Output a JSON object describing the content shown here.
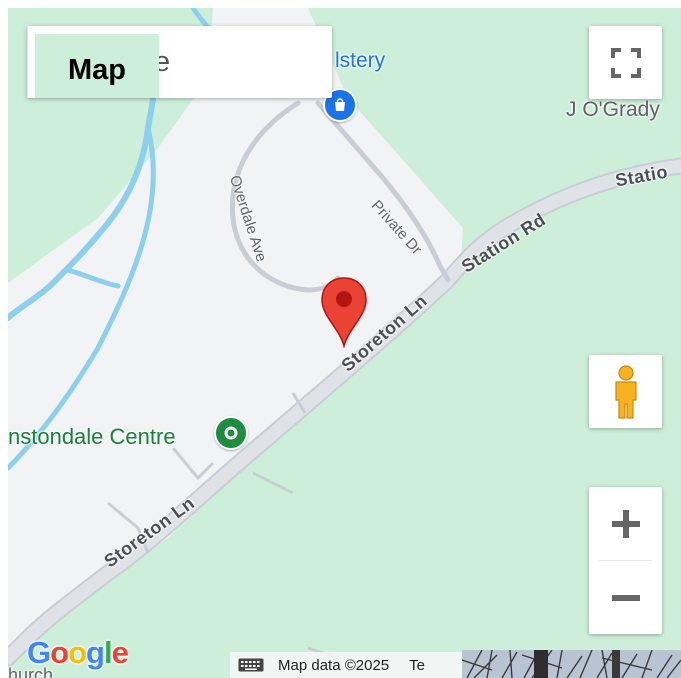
{
  "map_type_control": {
    "map_label": "Map",
    "satellite_label": "Satellite",
    "selected": "Map"
  },
  "places": {
    "upholstery_partial": "lstery",
    "jogrady_partial": "J O'Grady",
    "centre_partial": "nstondale Centre",
    "church_partial": "hurch"
  },
  "roads": {
    "station_rd": "Station Rd",
    "station_partial": "Statio",
    "storeton_ln_upper": "Storeton Ln",
    "storeton_ln_lower": "Storeton Ln",
    "private_dr": "Private Dr",
    "overdale_ave": "Overdale Ave"
  },
  "attribution": {
    "map_data": "Map data ©2025",
    "terms_partial": "Te"
  },
  "logo": {
    "letters": [
      "G",
      "o",
      "o",
      "g",
      "l",
      "e"
    ],
    "colors": [
      "#4285F4",
      "#EA4335",
      "#FBBC05",
      "#4285F4",
      "#34A853",
      "#EA4335"
    ]
  },
  "icons": {
    "fullscreen": "fullscreen-icon",
    "pegman": "pegman-icon",
    "zoom_in": "plus-icon",
    "zoom_out": "minus-icon",
    "pin": "location-pin-icon",
    "keyboard": "keyboard-icon",
    "shopping_poi": "shopping-bag-icon",
    "centre_poi": "circle-poi-icon"
  },
  "colors": {
    "park": "#cdeed9",
    "urban": "#f2f3f4",
    "road": "#dde1e6",
    "water": "#8ccfee",
    "pin": "#ea4335",
    "poi_green": "#1e8e3e",
    "poi_blue": "#1a73e8",
    "pegman": "#f6b221"
  }
}
